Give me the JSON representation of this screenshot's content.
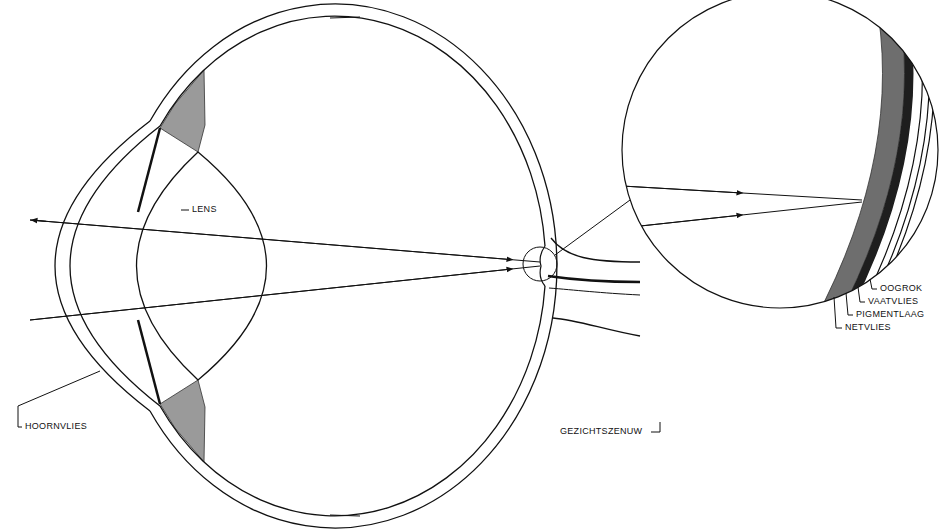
{
  "diagram": {
    "labels": [
      "LENS",
      "HOORNVLIES",
      "GEZICHTSZENUW",
      "OOGROK",
      "VAATVLIES",
      "PIGMENTLAAG",
      "NETVLIES"
    ]
  }
}
